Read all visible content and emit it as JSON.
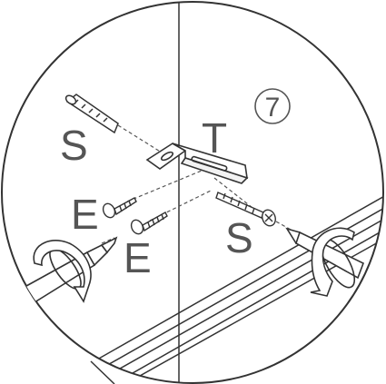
{
  "step": {
    "number": "7"
  },
  "parts": {
    "wall_plug": "S",
    "bracket": "T",
    "screw_upper": "E",
    "screw_lower": "E",
    "screw_right_plug": "S"
  },
  "colors": {
    "line": "#333333",
    "label": "#555555",
    "background": "#ffffff"
  },
  "icons": [
    "rotate-clockwise-icon",
    "rotate-counterclockwise-icon",
    "screwdriver-icon"
  ]
}
